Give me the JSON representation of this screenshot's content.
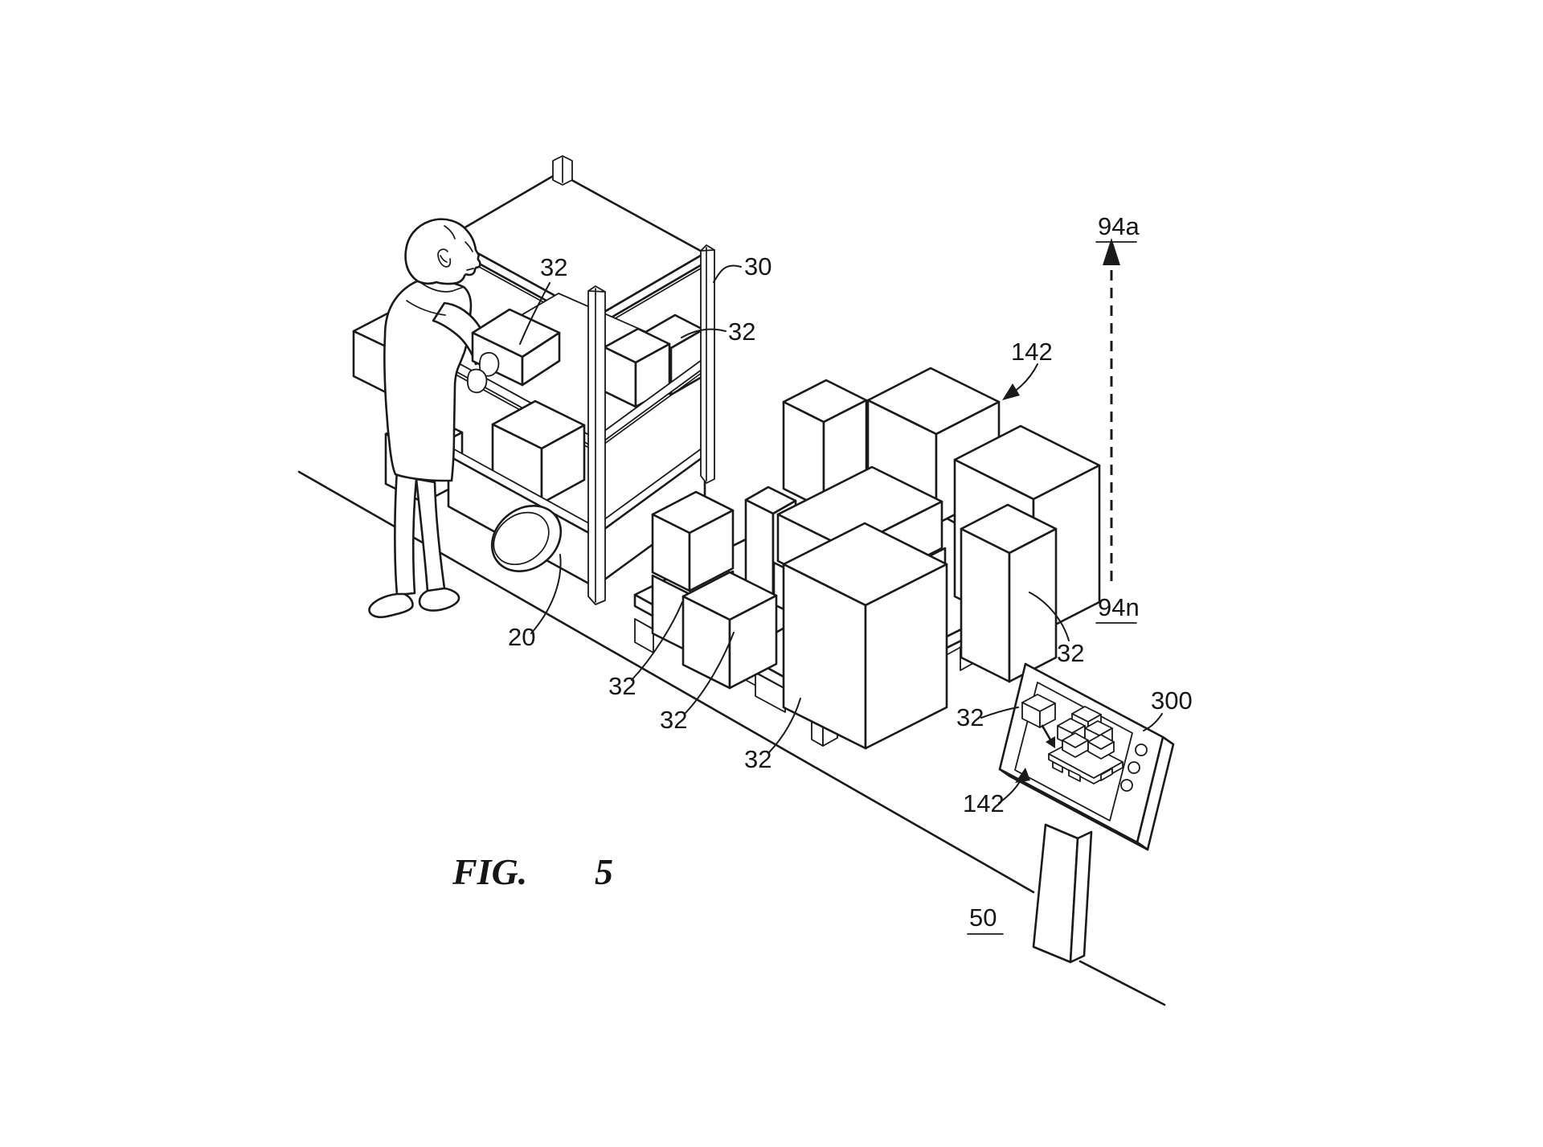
{
  "figure": {
    "caption_prefix": "FIG.",
    "caption_number": "5"
  },
  "refs": {
    "cart": "20",
    "shelf_unit": "30",
    "item_box": "32",
    "facility": "50",
    "zone_first": "94a",
    "zone_last": "94n",
    "pallet_load": "142",
    "display_station": "300"
  },
  "colors": {
    "ink": "#1a1a1a",
    "paper": "#ffffff"
  }
}
